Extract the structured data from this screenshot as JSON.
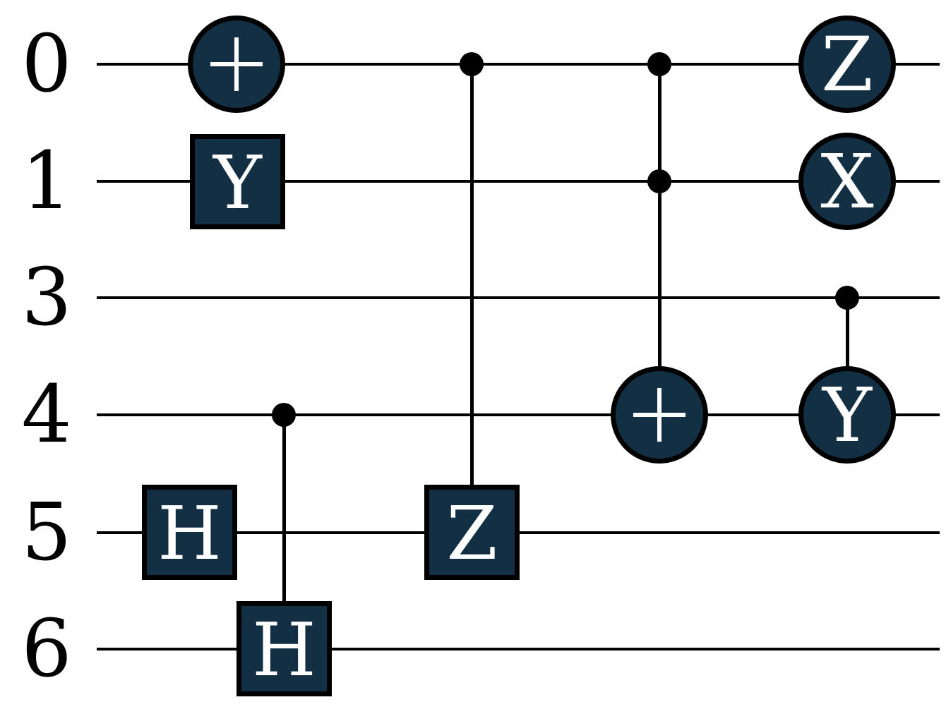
{
  "circuit": {
    "colors": {
      "gate_fill": "#122f44",
      "gate_outline": "#000000",
      "gate_text": "#ffffff",
      "wire_color": "#000000",
      "label_color": "#000000",
      "background": "#ffffff"
    },
    "wires": [
      {
        "label": "0"
      },
      {
        "label": "1"
      },
      {
        "label": "3"
      },
      {
        "label": "4"
      },
      {
        "label": "5"
      },
      {
        "label": "6"
      }
    ],
    "gates": [
      {
        "label": "+",
        "shape": "circle",
        "wire": "0"
      },
      {
        "label": "Y",
        "shape": "square",
        "wire": "1"
      },
      {
        "label": "H",
        "shape": "square",
        "wire": "5"
      },
      {
        "label": "H",
        "shape": "square",
        "wire": "6",
        "controls": [
          "4"
        ]
      },
      {
        "label": "Z",
        "shape": "square",
        "wire": "5",
        "controls": [
          "0"
        ]
      },
      {
        "label": "+",
        "shape": "circle",
        "wire": "4",
        "controls": [
          "0",
          "1"
        ]
      },
      {
        "label": "Z",
        "shape": "circle",
        "wire": "0"
      },
      {
        "label": "X",
        "shape": "circle",
        "wire": "1"
      },
      {
        "label": "Y",
        "shape": "circle",
        "wire": "4",
        "controls": [
          "3"
        ]
      }
    ]
  }
}
